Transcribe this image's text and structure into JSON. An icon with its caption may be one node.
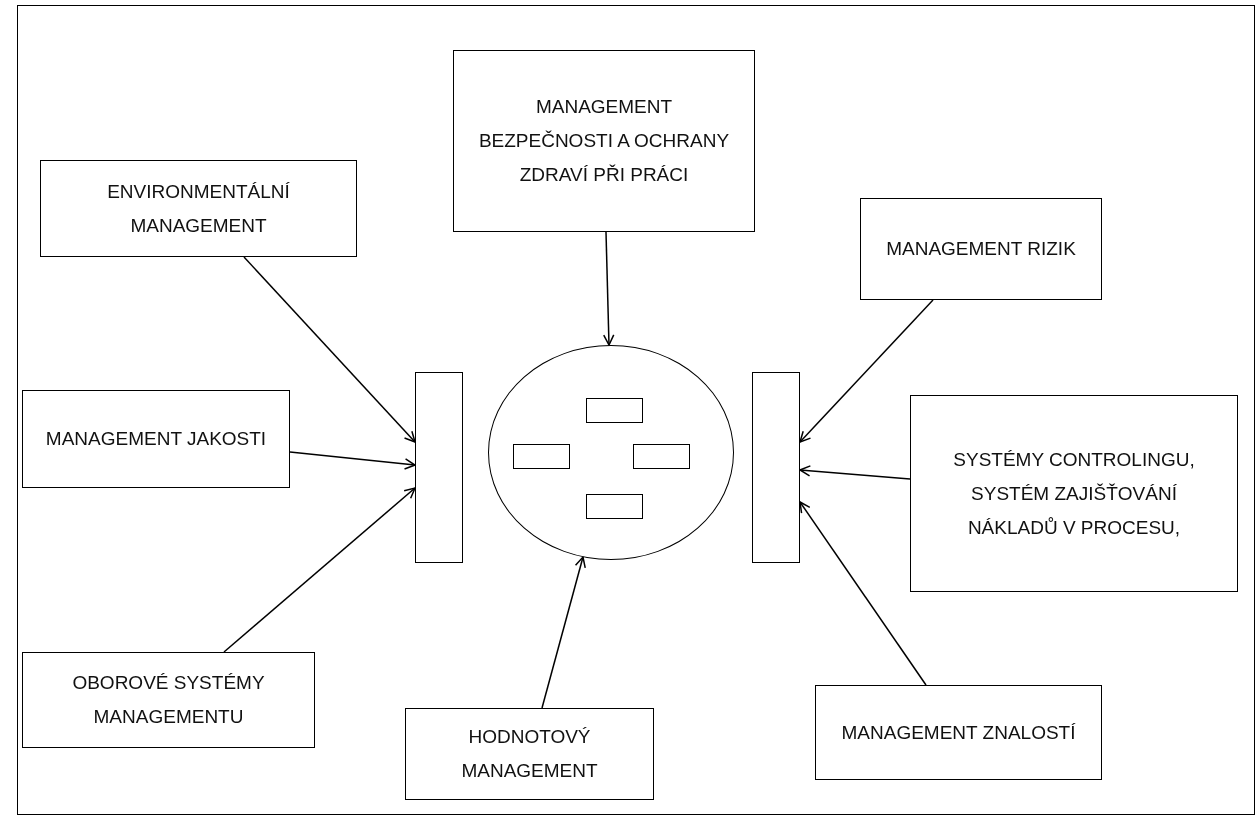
{
  "diagram": {
    "nodes": [
      {
        "text": [
          "MANAGEMENT BEZPEČNOSTI A OCHRANY ZDRAVÍ PŘI PRÁCI"
        ]
      },
      {
        "text": [
          "ENVIRONMENTÁLNÍ MANAGEMENT"
        ]
      },
      {
        "text": [
          "MANAGEMENT RIZIK"
        ]
      },
      {
        "text": [],
        "shape": "bar"
      },
      {
        "text": [],
        "shape": "circle"
      },
      {
        "text": [],
        "shape": "box",
        "in": 4
      },
      {
        "text": [],
        "shape": "box",
        "in": 4
      },
      {
        "text": [],
        "shape": "box",
        "in": 4
      },
      {
        "text": [],
        "shape": "box",
        "in": 4
      },
      {
        "text": [],
        "shape": "bar"
      },
      {
        "text": [
          "MANAGEMENT JAKOSTI"
        ]
      },
      {
        "text": [
          "SYSTÉMY CONTROLINGU, SYSTÉM ZAJIŠŤOVÁNÍ NÁKLADŮ V PROCESU,"
        ]
      },
      {
        "text": [
          "OBOROVÉ SYSTÉMY MANAGEMENTU"
        ]
      },
      {
        "text": [
          "MANAGEMENT ZNALOSTÍ"
        ]
      },
      {
        "text": [
          "HODNOTOVÝ MANAGEMENT"
        ]
      }
    ],
    "edges": [
      {
        "from": 0,
        "to": 4,
        "arrow": "to"
      },
      {
        "from": 1,
        "to": 3,
        "arrow": "to"
      },
      {
        "from": 2,
        "to": 9,
        "arrow": "to"
      },
      {
        "from": 10,
        "to": 3,
        "arrow": "to"
      },
      {
        "from": 11,
        "to": 9,
        "arrow": "to"
      },
      {
        "from": 12,
        "to": 3,
        "arrow": "to"
      },
      {
        "from": 14,
        "to": 4,
        "arrow": "to"
      },
      {
        "from": 13,
        "to": 9,
        "arrow": "to"
      }
    ]
  }
}
